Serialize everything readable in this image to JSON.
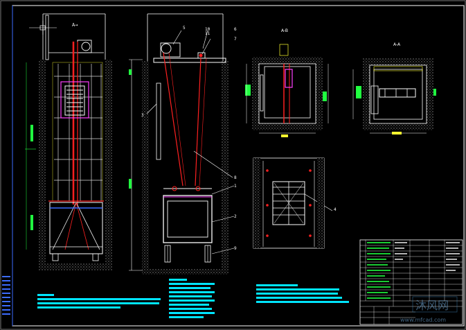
{
  "drawing": {
    "section_labels": {
      "left": "A→",
      "section_ab": "A-B",
      "section_aa": "A-A"
    },
    "callouts": [
      "1",
      "2",
      "3",
      "4",
      "5",
      "6",
      "7",
      "8",
      "9",
      "10",
      "11"
    ],
    "callout_right": "4"
  },
  "title_block": {
    "watermark": "沐风网",
    "watermark_url": "www.mfcad.com"
  },
  "colors": {
    "background": "#000000",
    "frame": "#ffffff",
    "cad_white": "#ffffff",
    "cad_red": "#ff2020",
    "cad_blue": "#3c6cff",
    "cad_cyan": "#00e5ff",
    "cad_green": "#20ff40",
    "cad_magenta": "#ff40ff",
    "cad_yellow": "#ffff30"
  },
  "icons": [
    "elevator-shaft-elevation-left",
    "elevator-shaft-elevation-middle",
    "hoistway-plan-ab",
    "hoistway-plan-aa",
    "car-door-detail",
    "parts-list-table",
    "watermark-logo"
  ]
}
